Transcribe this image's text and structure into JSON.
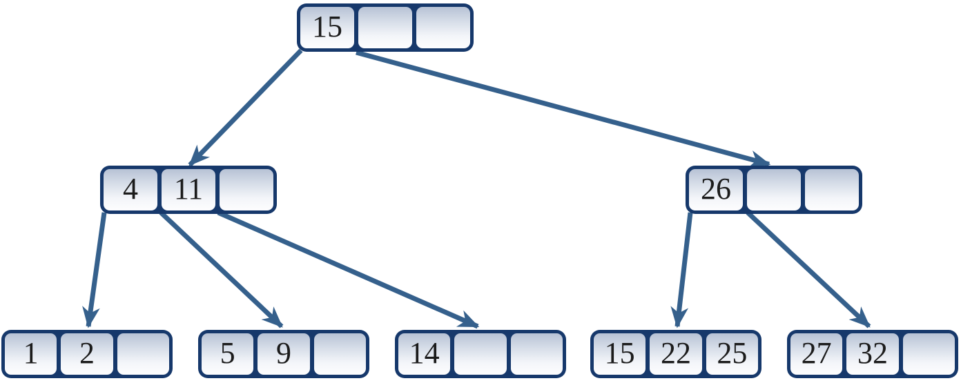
{
  "tree": {
    "kind": "b-tree",
    "order_cells_per_node": 3,
    "nodes": [
      {
        "id": "root",
        "level": 0,
        "keys": [
          "15",
          "",
          ""
        ]
      },
      {
        "id": "internal-left",
        "level": 1,
        "keys": [
          "4",
          "11",
          ""
        ]
      },
      {
        "id": "internal-right",
        "level": 1,
        "keys": [
          "26",
          "",
          ""
        ]
      },
      {
        "id": "leaf-1",
        "level": 2,
        "keys": [
          "1",
          "2",
          ""
        ]
      },
      {
        "id": "leaf-2",
        "level": 2,
        "keys": [
          "5",
          "9",
          ""
        ]
      },
      {
        "id": "leaf-3",
        "level": 2,
        "keys": [
          "14",
          "",
          ""
        ]
      },
      {
        "id": "leaf-4",
        "level": 2,
        "keys": [
          "15",
          "22",
          "25"
        ]
      },
      {
        "id": "leaf-5",
        "level": 2,
        "keys": [
          "27",
          "32",
          ""
        ]
      }
    ],
    "edges": [
      {
        "from": "root",
        "pointer": 0,
        "to": "internal-left"
      },
      {
        "from": "root",
        "pointer": 1,
        "to": "internal-right"
      },
      {
        "from": "internal-left",
        "pointer": 0,
        "to": "leaf-1"
      },
      {
        "from": "internal-left",
        "pointer": 1,
        "to": "leaf-2"
      },
      {
        "from": "internal-left",
        "pointer": 2,
        "to": "leaf-3"
      },
      {
        "from": "internal-right",
        "pointer": 0,
        "to": "leaf-4"
      },
      {
        "from": "internal-right",
        "pointer": 1,
        "to": "leaf-5"
      }
    ],
    "colors": {
      "node_border": "#16386b",
      "arrow": "#35608c",
      "cell_gradient_top": "#b7c2d5",
      "cell_gradient_bottom": "#fdfdfe",
      "key_text": "#1b1b1b",
      "background": "#ffffff"
    }
  }
}
